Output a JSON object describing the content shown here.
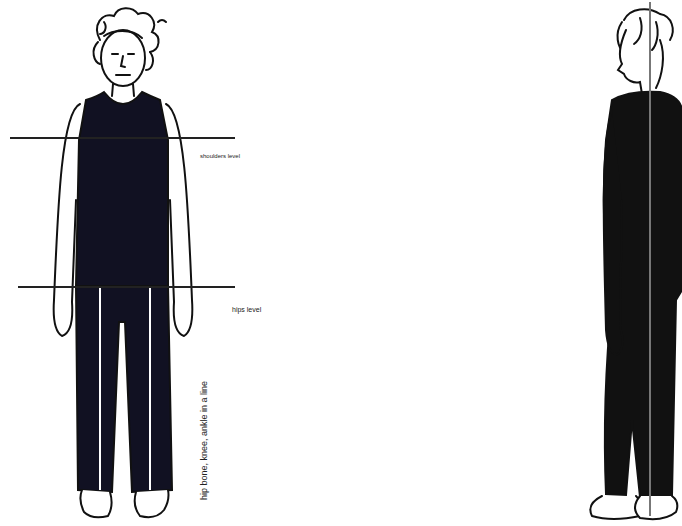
{
  "diagram": {
    "labels": [
      "shoulders level",
      "hips level",
      "hip bone, knee, ankle in a line"
    ]
  }
}
